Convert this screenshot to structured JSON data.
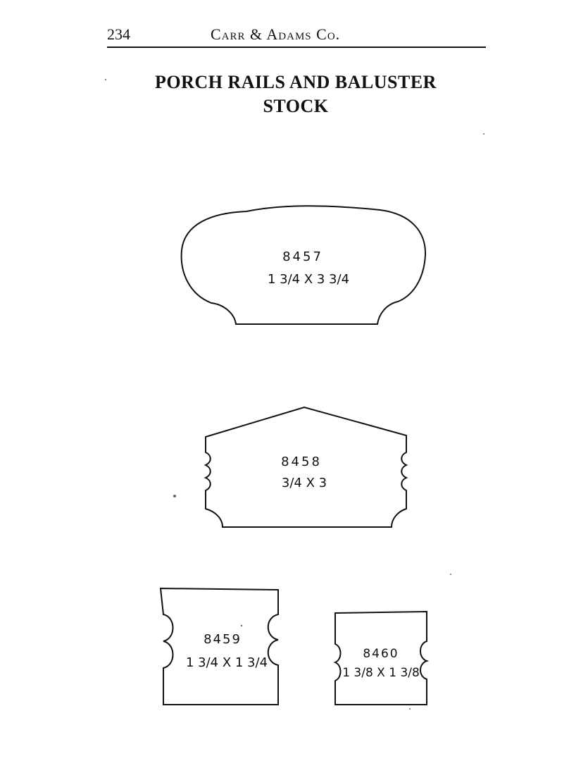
{
  "header": {
    "page_number": "234",
    "running_head": "Carr & Adams Co."
  },
  "title": {
    "line1": "PORCH RAILS AND BALUSTER",
    "line2": "STOCK"
  },
  "profiles": [
    {
      "number": "8457",
      "size": "1 3/4 X 3 3/4"
    },
    {
      "number": "8458",
      "size": "3/4 X 3"
    },
    {
      "number": "8459",
      "size": "1 3/4 X 1 3/4"
    },
    {
      "number": "8460",
      "size": "1 3/8 X 1 3/8"
    }
  ]
}
